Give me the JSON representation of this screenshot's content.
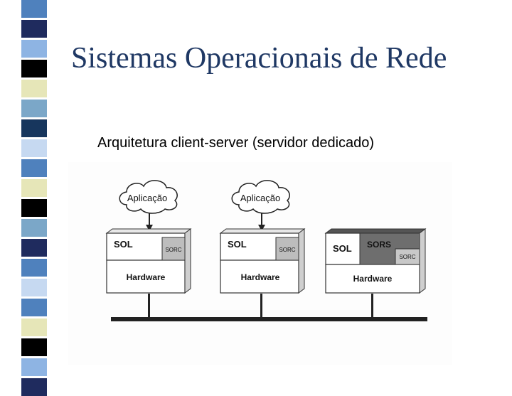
{
  "title": "Sistemas Operacionais de Rede",
  "subtitle": "Arquitetura client-server (servidor dedicado)",
  "colors": {
    "title": "#1f3864",
    "stripe": [
      "#4f81bd",
      "#1f2b5e",
      "#8eb4e3",
      "#000000",
      "#e6e6b8",
      "#7ba7c8",
      "#17365d",
      "#c6d9f1"
    ]
  },
  "diagram": {
    "nodes": [
      {
        "app": "Aplicação",
        "os": "SOL",
        "module": "SORC",
        "hw": "Hardware"
      },
      {
        "app": "Aplicação",
        "os": "SOL",
        "module": "SORC",
        "hw": "Hardware"
      },
      {
        "os": "SOL",
        "server": "SORS",
        "module": "SORC",
        "hw": "Hardware"
      }
    ]
  }
}
